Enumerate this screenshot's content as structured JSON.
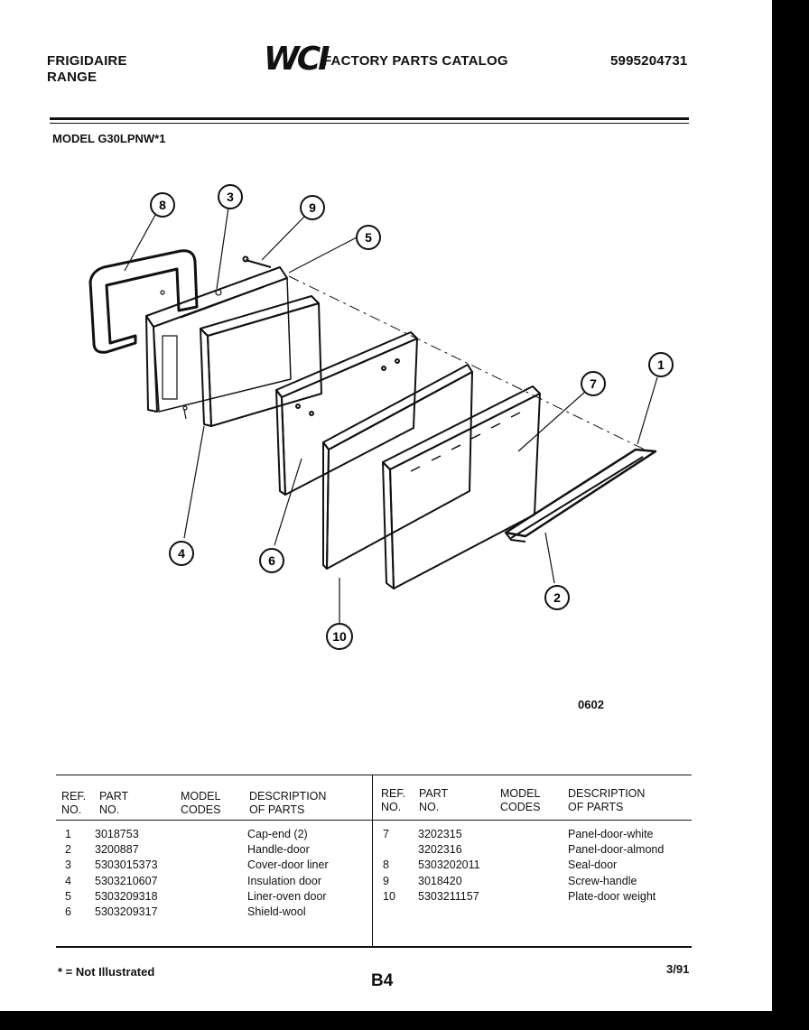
{
  "header": {
    "brand": "FRIGIDAIRE",
    "product": "RANGE",
    "logo": "WCI",
    "catalog_title": "FACTORY PARTS CATALOG",
    "catalog_number": "5995204731",
    "model": "MODEL G30LPNW*1"
  },
  "diagram": {
    "code": "0602",
    "callouts": [
      "8",
      "3",
      "9",
      "5",
      "1",
      "7",
      "4",
      "6",
      "2",
      "10"
    ]
  },
  "table": {
    "headers": {
      "ref": "REF. NO.",
      "part": "PART NO.",
      "model_codes": "MODEL CODES",
      "description": "DESCRIPTION OF PARTS"
    },
    "left": {
      "refs": [
        "1",
        "2",
        "3",
        "4",
        "5",
        "6"
      ],
      "parts": [
        "3018753",
        "3200887",
        "5303015373",
        "5303210607",
        "5303209318",
        "5303209317"
      ],
      "descriptions": [
        "Cap-end (2)",
        "Handle-door",
        "Cover-door liner",
        "Insulation door",
        "Liner-oven door",
        "Shield-wool"
      ]
    },
    "right": {
      "refs": [
        "7",
        "",
        "8",
        "9",
        "10"
      ],
      "parts": [
        "3202315",
        "3202316",
        "5303202011",
        "3018420",
        "5303211157"
      ],
      "descriptions": [
        "Panel-door-white",
        "Panel-door-almond",
        "Seal-door",
        "Screw-handle",
        "Plate-door weight"
      ]
    }
  },
  "footer": {
    "note": "* = Not Illustrated",
    "page": "B4",
    "date": "3/91"
  }
}
